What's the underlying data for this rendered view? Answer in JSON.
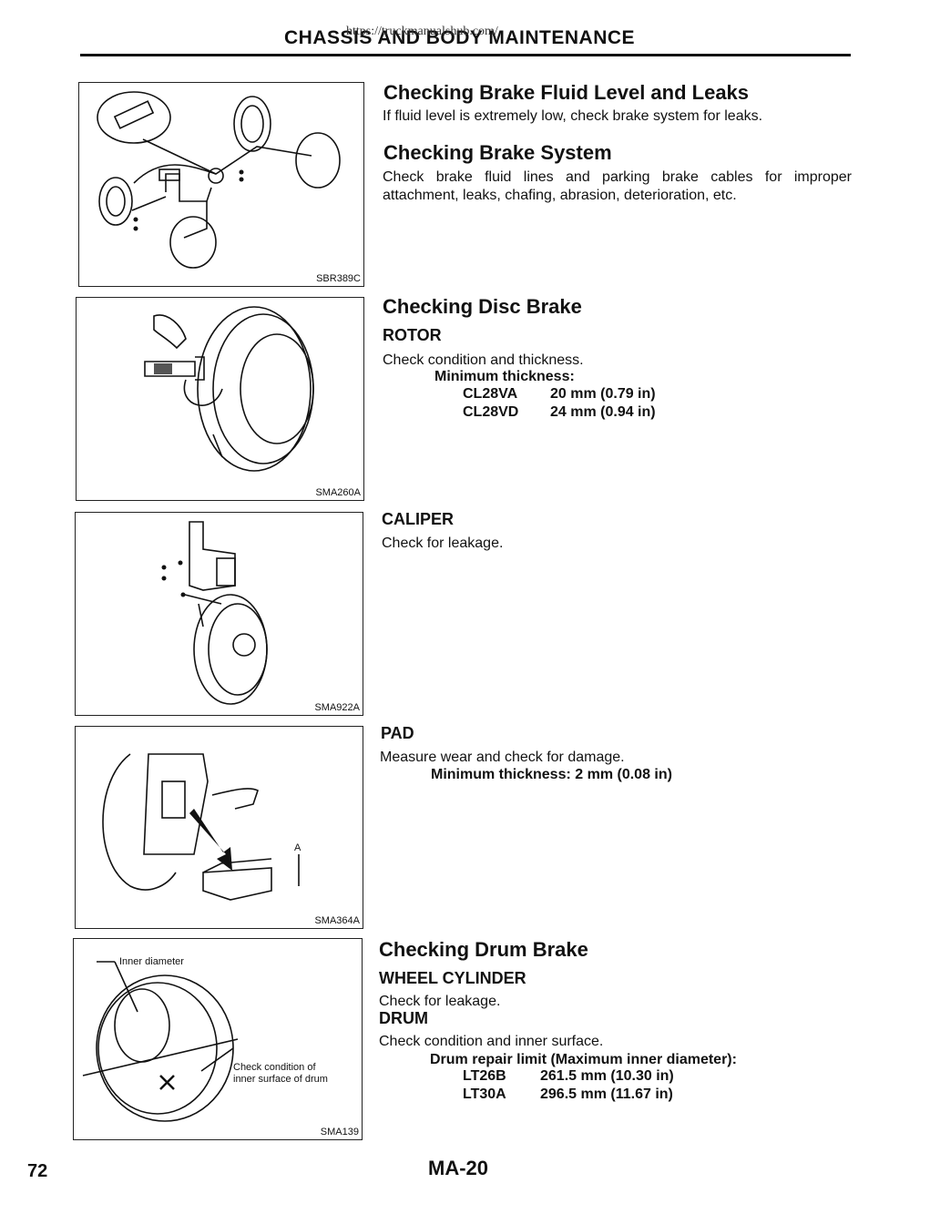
{
  "header": {
    "title": "CHASSIS AND BODY MAINTENANCE",
    "url_overlay": "https://truckmanualshub.com/"
  },
  "figures": [
    {
      "code": "SBR389C"
    },
    {
      "code": "SMA260A"
    },
    {
      "code": "SMA922A"
    },
    {
      "code": "SMA364A",
      "label_a": "A"
    },
    {
      "code": "SMA139",
      "label_inner": "Inner diameter",
      "label_check_1": "Check condition of",
      "label_check_2": "inner surface of drum"
    }
  ],
  "sections": {
    "fluid": {
      "title": "Checking Brake Fluid Level and Leaks",
      "text": "If fluid level is extremely low, check brake system for leaks."
    },
    "system": {
      "title": "Checking Brake System",
      "text": "Check brake fluid lines and parking brake cables for improper attachment, leaks, chafing, abrasion, deterioration, etc."
    },
    "disc": {
      "title": "Checking Disc Brake",
      "rotor_title": "ROTOR",
      "rotor_text": "Check condition and thickness.",
      "rotor_spec_label": "Minimum thickness:",
      "rotor_specs": [
        {
          "model": "CL28VA",
          "value": "20 mm (0.79 in)"
        },
        {
          "model": "CL28VD",
          "value": "24 mm (0.94 in)"
        }
      ],
      "caliper_title": "CALIPER",
      "caliper_text": "Check for leakage.",
      "pad_title": "PAD",
      "pad_text": "Measure wear and check for damage.",
      "pad_spec": "Minimum thickness: 2 mm (0.08 in)"
    },
    "drum": {
      "title": "Checking Drum Brake",
      "wheel_title": "WHEEL CYLINDER",
      "wheel_text": "Check for leakage.",
      "drum_title": "DRUM",
      "drum_text": "Check condition and inner surface.",
      "drum_spec_label": "Drum repair limit (Maximum inner diameter):",
      "drum_specs": [
        {
          "model": "LT26B",
          "value": "261.5 mm (10.30 in)"
        },
        {
          "model": "LT30A",
          "value": "296.5 mm (11.67 in)"
        }
      ]
    }
  },
  "footer": {
    "page_number": "72",
    "page_code": "MA-20"
  }
}
